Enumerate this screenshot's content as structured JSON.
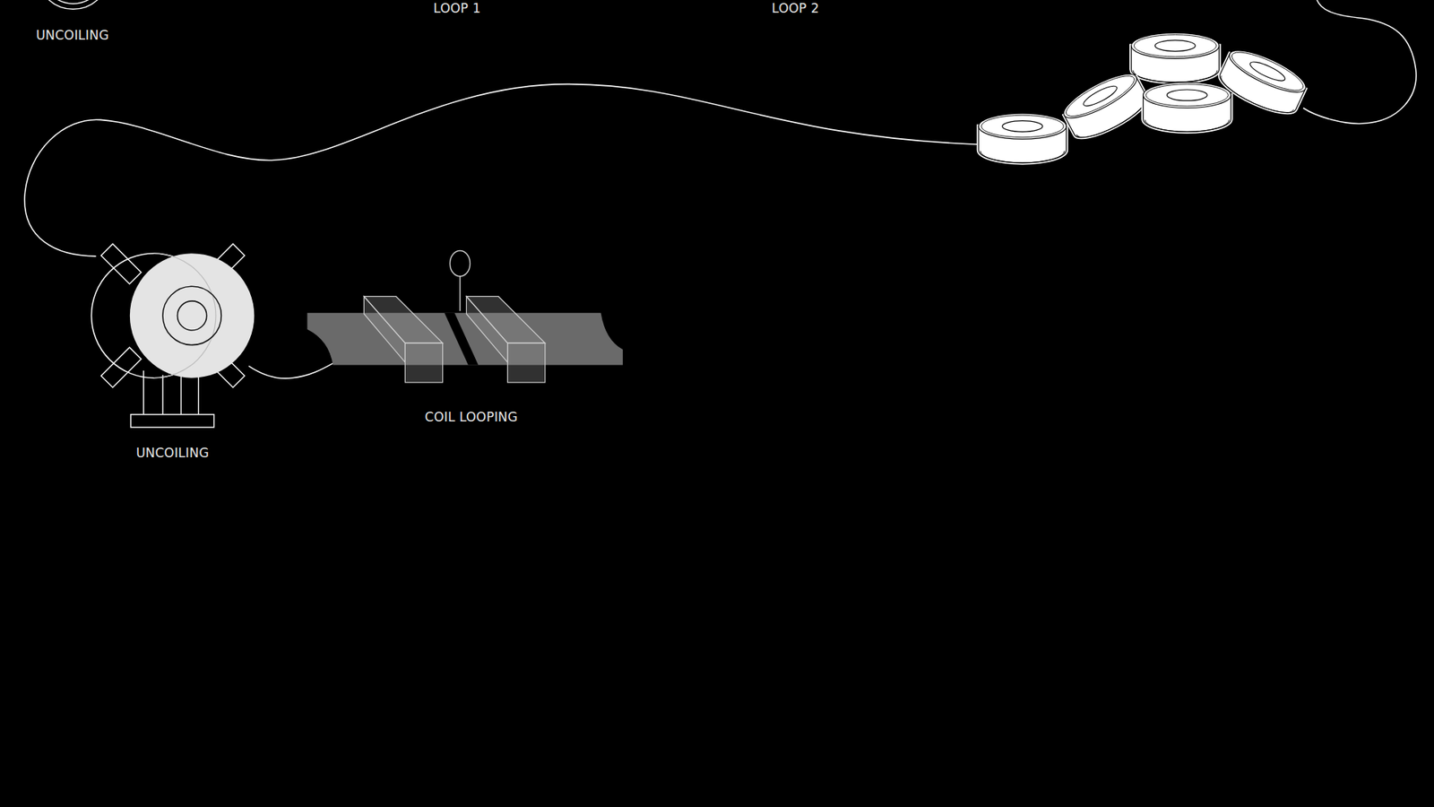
{
  "diagram": {
    "labels": [
      "UNCOILING",
      "LOOP 1",
      "LOOP 2",
      "UNCOILING",
      "COIL LOOPING"
    ]
  }
}
